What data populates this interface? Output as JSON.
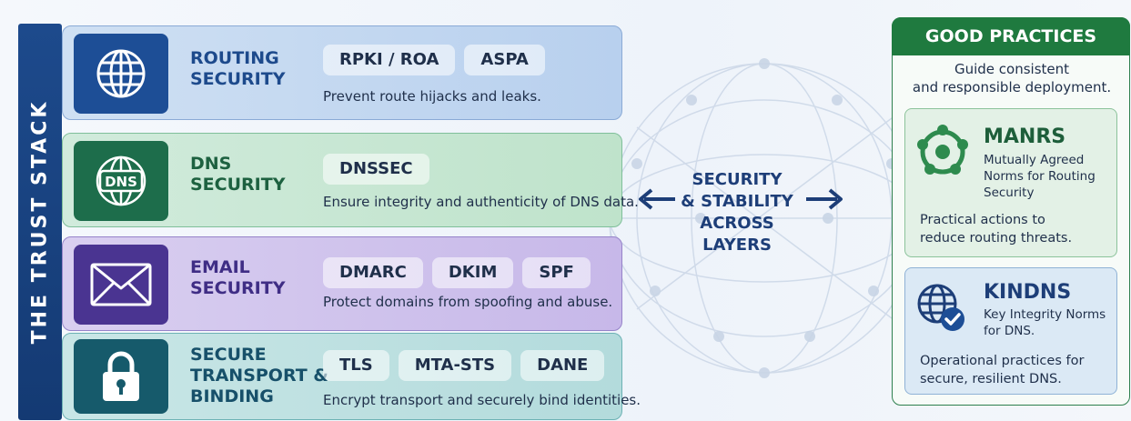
{
  "stack": {
    "title": "THE TRUST STACK"
  },
  "layers": [
    {
      "title": "ROUTING\nSECURITY",
      "chips": [
        "RPKI / ROA",
        "ASPA"
      ],
      "description": "Prevent route hijacks and leaks.",
      "icon": "globe-grid-icon",
      "color": "#1d4e96"
    },
    {
      "title": "DNS\nSECURITY",
      "chips": [
        "DNSSEC"
      ],
      "description": "Ensure integrity and authenticity of DNS data.",
      "icon": "dns-globe-icon",
      "color": "#1d6d4b",
      "icon_text": "DNS"
    },
    {
      "title": "EMAIL\nSECURITY",
      "chips": [
        "DMARC",
        "DKIM",
        "SPF"
      ],
      "description": "Protect domains from spoofing and abuse.",
      "icon": "envelope-icon",
      "color": "#4a3491"
    },
    {
      "title": "SECURE\nTRANSPORT &\nBINDING",
      "chips": [
        "TLS",
        "MTA-STS",
        "DANE"
      ],
      "description": "Encrypt transport and securely bind identities.",
      "icon": "padlock-icon",
      "color": "#165a6b"
    }
  ],
  "center": {
    "label": "SECURITY\n& STABILITY\nACROSS\nLAYERS"
  },
  "practices": {
    "header": "GOOD PRACTICES",
    "subtitle": "Guide consistent\nand responsible deployment.",
    "cards": [
      {
        "title": "MANRS",
        "expansion": "Mutually Agreed\nNorms for Routing\nSecurity",
        "description": "Practical actions to\nreduce routing threats.",
        "icon": "manrs-people-circle-icon"
      },
      {
        "title": "KINDNS",
        "expansion": "Key Integrity Norms\nfor DNS.",
        "description": "Operational practices for\nsecure, resilient DNS.",
        "icon": "globe-check-icon"
      }
    ]
  },
  "colors": {
    "navy": "#1d4a8c",
    "green": "#1f7a3f",
    "purple": "#4a3491",
    "teal": "#165a6b"
  }
}
